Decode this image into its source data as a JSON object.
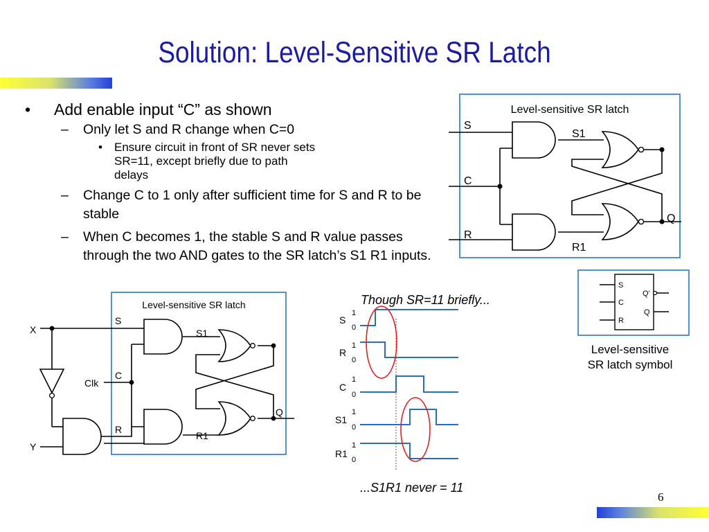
{
  "slide": {
    "title": "Solution: Level-Sensitive SR Latch",
    "page_number": "6"
  },
  "bullets": {
    "b1": "Add enable input “C” as shown",
    "b1_1": "Only let S and R change when C=0",
    "b1_1_1": "Ensure circuit in front of SR never sets SR=11, except briefly due to path delays",
    "b1_2": "Change C to 1 only after sufficient time for S and R to be stable",
    "b1_3": "When C becomes 1, the stable S and R value passes through the two AND gates to the SR latch’s S1 R1 inputs.",
    "bullet_char": "•",
    "dash_char": "–"
  },
  "circuit_top": {
    "title": "Level-sensitive SR latch",
    "s_label": "S",
    "c_label": "C",
    "r_label": "R",
    "s1_label": "S1",
    "r1_label": "R1",
    "q_label": "Q"
  },
  "circuit_bottom": {
    "title": "Level-sensitive SR latch",
    "x_label": "X",
    "y_label": "Y",
    "clk_label": "Clk",
    "s_label": "S",
    "c_label": "C",
    "r_label": "R",
    "s1_label": "S1",
    "r1_label": "R1",
    "q_label": "Q"
  },
  "symbol": {
    "s_pin": "S",
    "c_pin": "C",
    "r_pin": "R",
    "qbar_pin": "Q’",
    "q_pin": "Q",
    "caption_line1": "Level-sensitive",
    "caption_line2": "SR latch symbol"
  },
  "timing": {
    "note_top": "Though SR=11 briefly...",
    "note_bottom": "...S1R1 never = 11",
    "one": "1",
    "zero": "0",
    "signals": [
      "S",
      "R",
      "C",
      "S1",
      "R1"
    ]
  },
  "colors": {
    "title": "#1a1aa6",
    "box_border": "#3f86c6",
    "waveform": "#2a6fb3",
    "highlight_ellipse": "#e02020"
  }
}
